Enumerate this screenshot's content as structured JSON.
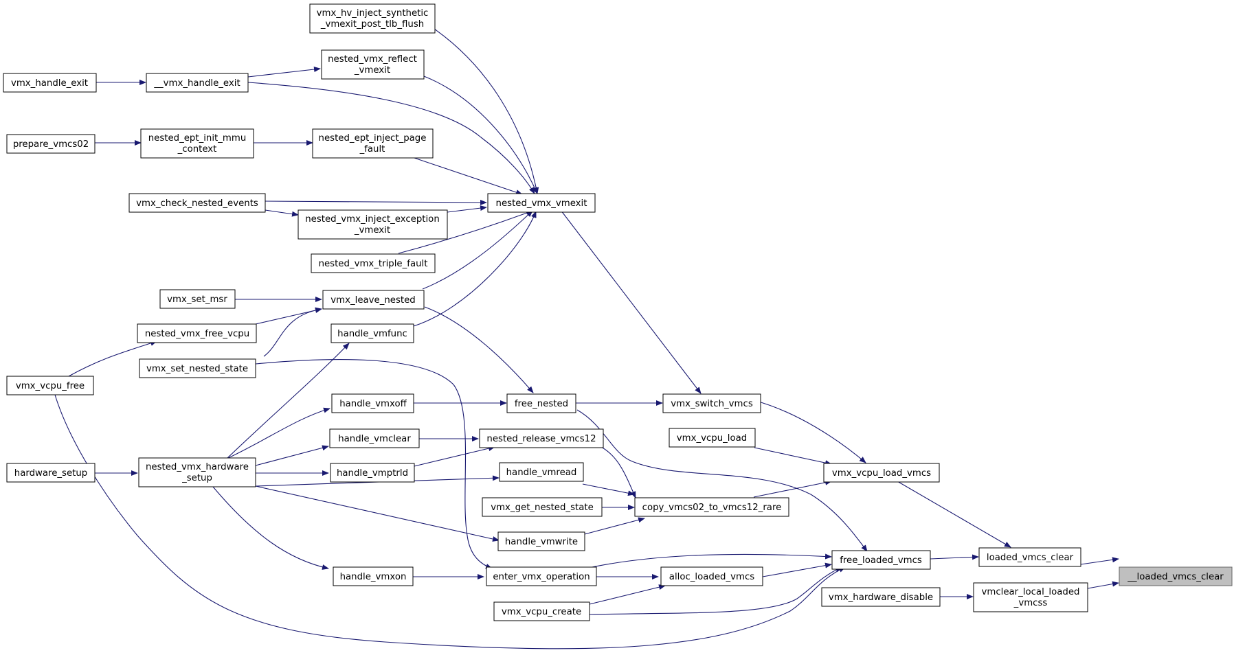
{
  "graph": {
    "edge_color": "#191970",
    "highlight_fill": "#bfbfbf",
    "nodes": {
      "n_loaded_vmcs_clear_inner": "__loaded_vmcs_clear",
      "n_loaded_vmcs_clear": "loaded_vmcs_clear",
      "n_vmclear_local_l1": "vmclear_local_loaded",
      "n_vmclear_local_l2": "_vmcss",
      "n_free_loaded_vmcs": "free_loaded_vmcs",
      "n_vmx_vcpu_load_vmcs": "vmx_vcpu_load_vmcs",
      "n_vmx_hardware_disable": "vmx_hardware_disable",
      "n_alloc_loaded_vmcs": "alloc_loaded_vmcs",
      "n_enter_vmx_operation": "enter_vmx_operation",
      "n_vmx_vcpu_create": "vmx_vcpu_create",
      "n_free_nested": "free_nested",
      "n_vmx_vcpu_free": "vmx_vcpu_free",
      "n_vmx_switch_vmcs": "vmx_switch_vmcs",
      "n_vmx_vcpu_load": "vmx_vcpu_load",
      "n_copy_vmcs02": "copy_vmcs02_to_vmcs12_rare",
      "n_handle_vmxon": "handle_vmxon",
      "n_vmx_set_nested_state": "vmx_set_nested_state",
      "n_nested_vmx_hardware_setup_l1": "nested_vmx_hardware",
      "n_nested_vmx_hardware_setup_l2": "_setup",
      "n_handle_vmxoff": "handle_vmxoff",
      "n_vmx_leave_nested": "vmx_leave_nested",
      "n_nested_vmx_free_vcpu": "nested_vmx_free_vcpu",
      "n_nested_vmx_vmexit": "nested_vmx_vmexit",
      "n_handle_vmread": "handle_vmread",
      "n_handle_vmwrite": "handle_vmwrite",
      "n_vmx_get_nested_state": "vmx_get_nested_state",
      "n_nested_release_vmcs12": "nested_release_vmcs12",
      "n_handle_vmclear": "handle_vmclear",
      "n_handle_vmptrld": "handle_vmptrld",
      "n_hardware_setup": "hardware_setup",
      "n_vmx_set_msr": "vmx_set_msr",
      "n_handle_vmfunc": "handle_vmfunc",
      "n_nested_vmx_triple_fault": "nested_vmx_triple_fault",
      "n_nested_vmx_inject_exception_l1": "nested_vmx_inject_exception",
      "n_nested_vmx_inject_exception_l2": "_vmexit",
      "n_vmx_check_nested_events": "vmx_check_nested_events",
      "n_nested_ept_inject_page_fault_l1": "nested_ept_inject_page",
      "n_nested_ept_inject_page_fault_l2": "_fault",
      "n_nested_ept_init_mmu_context_l1": "nested_ept_init_mmu",
      "n_nested_ept_init_mmu_context_l2": "_context",
      "n_prepare_vmcs02": "prepare_vmcs02",
      "n_vmx_handle_exit_inner": "__vmx_handle_exit",
      "n_vmx_handle_exit": "vmx_handle_exit",
      "n_nested_vmx_reflect_vmexit_l1": "nested_vmx_reflect",
      "n_nested_vmx_reflect_vmexit_l2": "_vmexit",
      "n_vmx_hv_inject_l1": "vmx_hv_inject_synthetic",
      "n_vmx_hv_inject_l2": "_vmexit_post_tlb_flush"
    }
  }
}
